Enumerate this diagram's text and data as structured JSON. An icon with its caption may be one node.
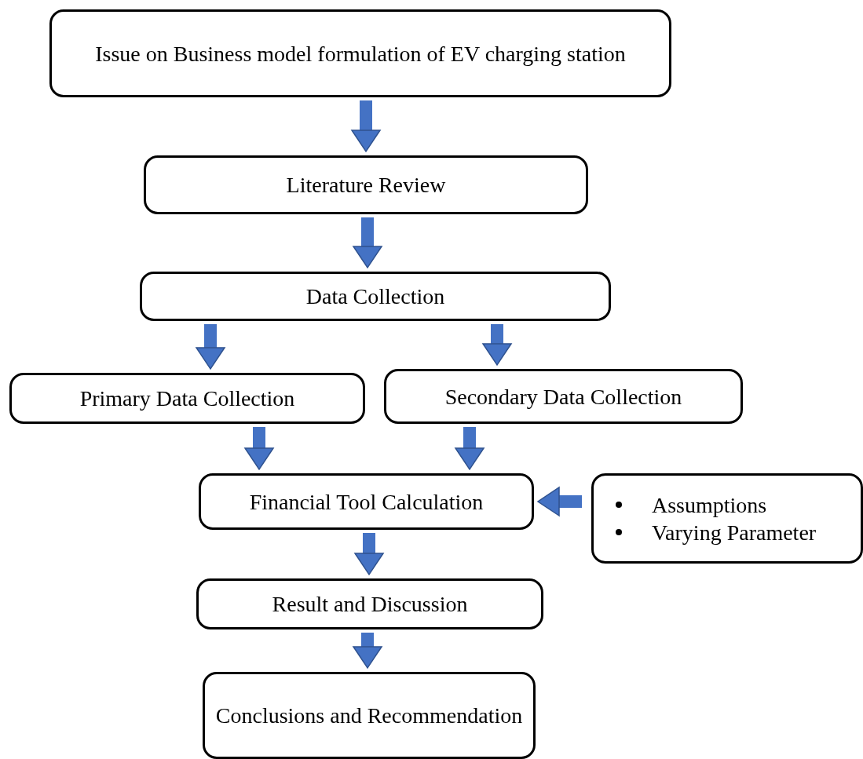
{
  "diagram": {
    "nodes": [
      {
        "text": [
          "Issue on Business model formulation of EV charging station"
        ]
      },
      {
        "text": [
          "Literature Review"
        ]
      },
      {
        "text": [
          "Data Collection"
        ]
      },
      {
        "text": [
          "Primary Data Collection"
        ]
      },
      {
        "text": [
          "Secondary Data Collection"
        ]
      },
      {
        "text": [
          "Financial Tool Calculation"
        ]
      },
      {
        "text": [
          "Assumptions",
          "Varying Parameter"
        ]
      },
      {
        "text": [
          "Result and Discussion"
        ]
      },
      {
        "text": [
          "Conclusions and Recommendation"
        ]
      }
    ],
    "edges": [
      {
        "from": 0,
        "to": 1,
        "arrow": "to"
      },
      {
        "from": 1,
        "to": 2,
        "arrow": "to"
      },
      {
        "from": 2,
        "to": 3,
        "arrow": "to"
      },
      {
        "from": 2,
        "to": 4,
        "arrow": "to"
      },
      {
        "from": 3,
        "to": 5,
        "arrow": "to"
      },
      {
        "from": 4,
        "to": 5,
        "arrow": "to"
      },
      {
        "from": 6,
        "to": 5,
        "arrow": "to"
      },
      {
        "from": 5,
        "to": 7,
        "arrow": "to"
      },
      {
        "from": 7,
        "to": 8,
        "arrow": "to"
      }
    ]
  }
}
